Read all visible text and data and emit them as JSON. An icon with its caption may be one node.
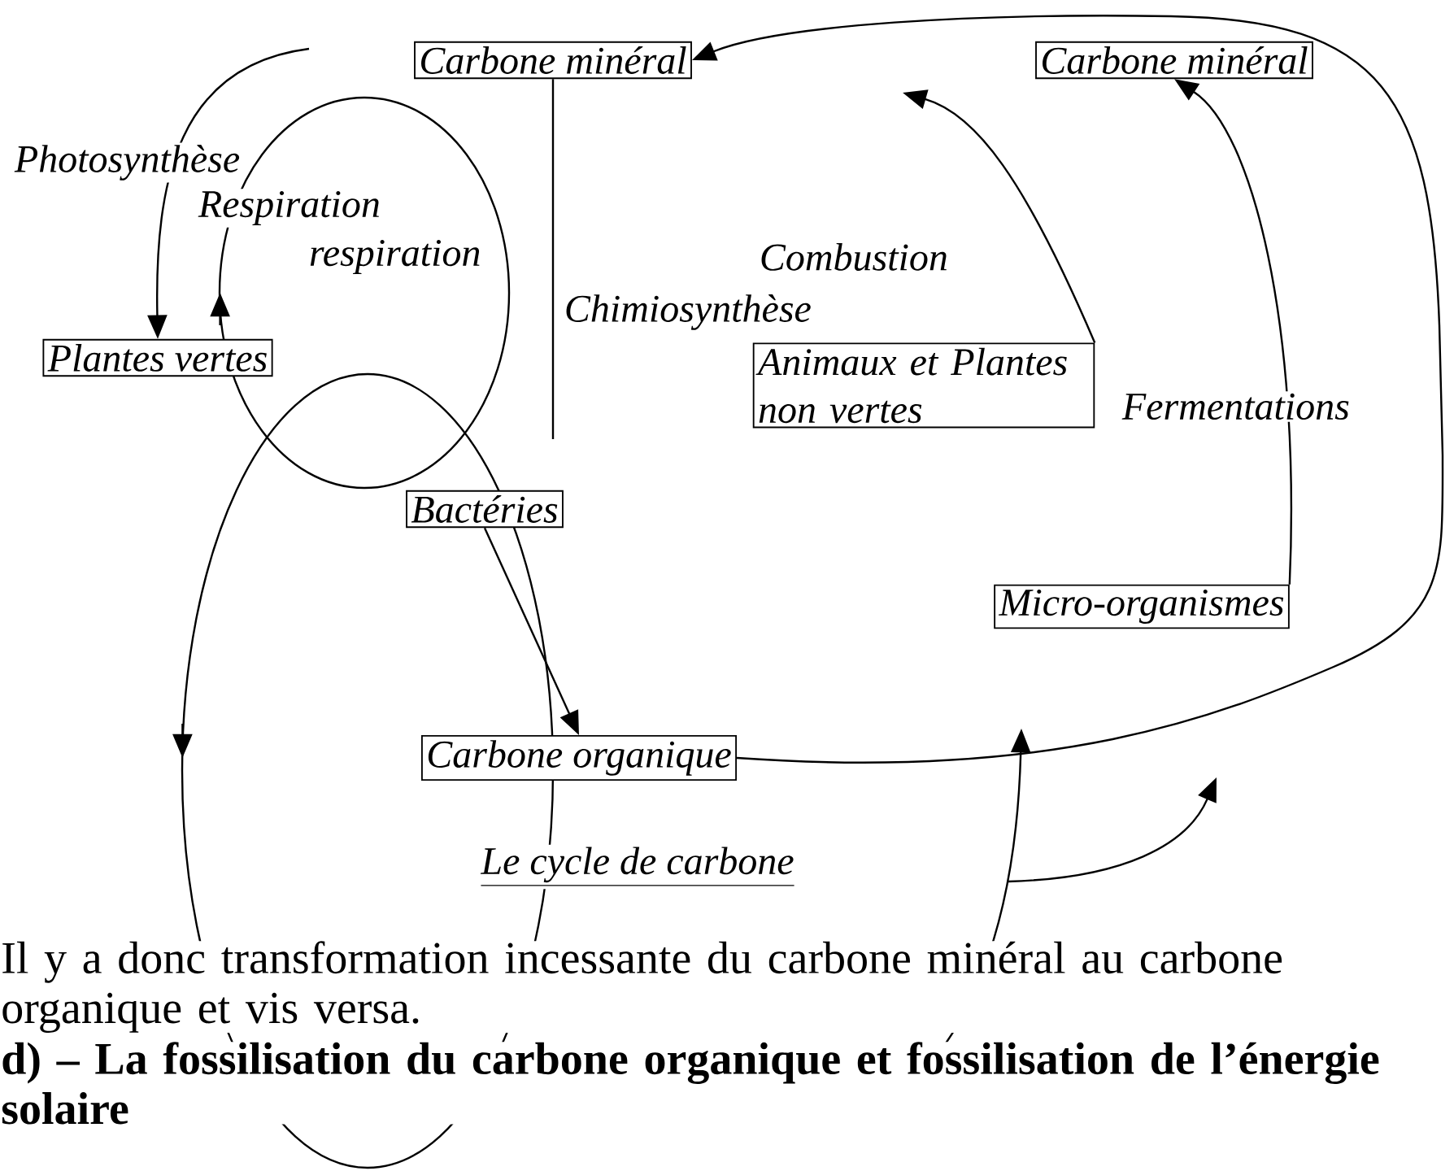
{
  "diagram": {
    "caption": "Le cycle de carbone",
    "nodes": [
      {
        "text": [
          "Carbone minéral"
        ]
      },
      {
        "text": [
          "Carbone minéral"
        ]
      },
      {
        "text": [
          "Plantes vertes"
        ]
      },
      {
        "text": [
          "Animaux et Plantes non vertes"
        ]
      },
      {
        "text": [
          "Bactéries"
        ]
      },
      {
        "text": [
          "Micro-organismes"
        ]
      },
      {
        "text": [
          "Carbone organique"
        ]
      }
    ],
    "edges": [
      {
        "from": null,
        "to": 2,
        "arrow": "to",
        "label": "Photosynthèse"
      },
      {
        "from": 0,
        "to": null,
        "arrow": "none",
        "label": "Chimiosynthèse"
      },
      {
        "from": 3,
        "to": null,
        "arrow": "to",
        "label": "Combustion"
      },
      {
        "from": 5,
        "to": 1,
        "arrow": "to",
        "label": "Fermentations"
      },
      {
        "from": 4,
        "to": 6,
        "arrow": "to"
      },
      {
        "from": 6,
        "to": 0,
        "arrow": "to"
      }
    ],
    "labels": [
      "Respiration",
      "respiration",
      "Il y a donc transformation incessante du carbone minéral au carbone organique et vis versa.",
      "d) –",
      "La fossilisation du carbone organique et fossilisation de l’énergie solaire"
    ]
  }
}
